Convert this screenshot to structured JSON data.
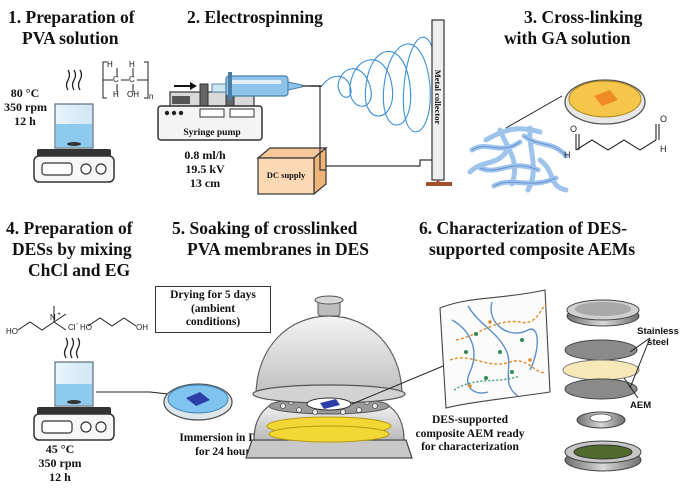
{
  "steps": [
    {
      "line1": "1. Preparation of",
      "line2": "PVA solution"
    },
    {
      "line1": "2. Electrospinning"
    },
    {
      "line1": "3. Cross-linking",
      "line2": "with GA solution"
    },
    {
      "line1": "4. Preparation of",
      "line2": "DESs by mixing",
      "line3": "ChCl and EG"
    },
    {
      "line1": "5. Soaking of crosslinked",
      "line2": "PVA membranes in DES"
    },
    {
      "line1": "6. Characterization of DES-",
      "line2": "supported composite AEMs"
    }
  ],
  "pva_conditions": [
    "80 °C",
    "350 rpm",
    "12 h"
  ],
  "electrospin_conditions": [
    "0.8 ml/h",
    "19.5 kV",
    "13 cm"
  ],
  "des_conditions": [
    "45 °C",
    "350 rpm",
    "12 h"
  ],
  "syringe_pump_label": "Syringe pump",
  "dc_supply_label": "DC supply",
  "metal_collector_label": "Metal collector",
  "drying_note": [
    "Drying for 5 days",
    "(ambient",
    "conditions)"
  ],
  "immersion_note": [
    "Immersion in DES",
    "for 24 hours"
  ],
  "aem_ready_note": [
    "DES-supported",
    "composite AEM ready",
    "for characterization"
  ],
  "cell_labels": {
    "stainless": "Stainless",
    "steel": "steel",
    "aem": "AEM"
  },
  "pva_formula": {
    "h": "H",
    "c": "C",
    "oh": "OH",
    "n": "n"
  },
  "colors": {
    "beaker_liquid": "#8ec9ee",
    "fiber": "#9ec3ec",
    "petri_gold": "#f5c64a",
    "membrane_orange": "#f08a24",
    "dc_box": "#fbd9b5",
    "beads": "#f3d735"
  }
}
